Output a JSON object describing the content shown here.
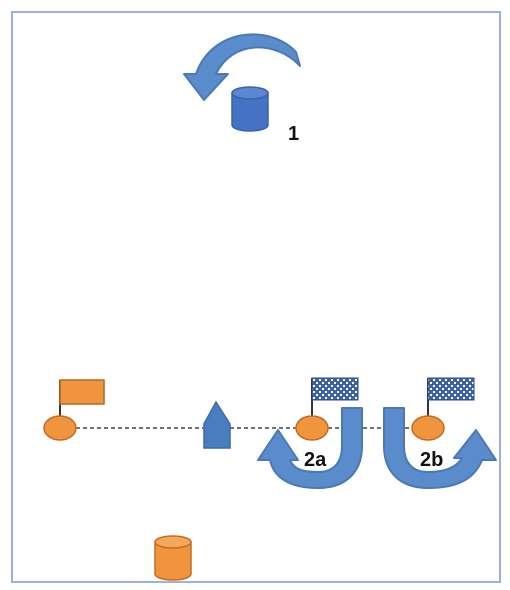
{
  "labels": {
    "mark_1": "1",
    "mark_2a": "2a",
    "mark_2b": "2b"
  },
  "colors": {
    "frame": "#9db1d9",
    "arrow_fill": "#5a8bcb",
    "arrow_stroke": "#4a79b8",
    "buoy_blue": "#4472c4",
    "buoy_orange": "#f0953d",
    "buoy_orange_stroke": "#c46d1f",
    "flag_orange": "#f0953d",
    "flag_checkered": "#3f63a8",
    "boat": "#4a7cc0",
    "line": "#444444"
  },
  "icons": {
    "mark_1_buoy": "cylinder-buoy",
    "pin_buoy": "cylinder-buoy",
    "committee_boat": "boat-icon",
    "start_flag": "flag-icon",
    "finish_flags": "checkered-flag-icon",
    "rounding_arrows": "curved-arrow-icon"
  }
}
